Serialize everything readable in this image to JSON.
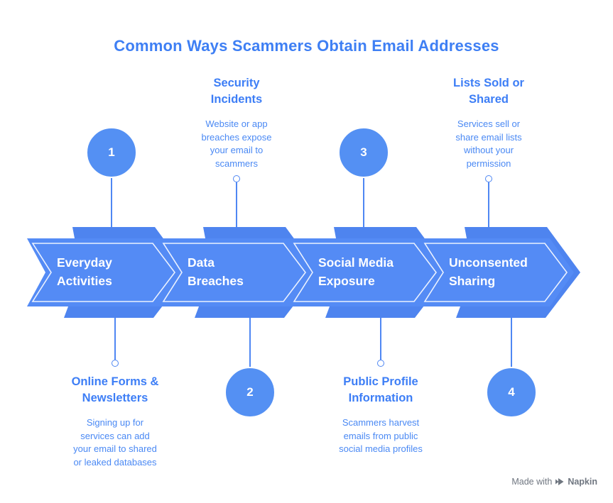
{
  "title": "Common Ways Scammers Obtain Email Addresses",
  "colors": {
    "arrow_fill": "#548bf5",
    "arrow_back_fill": "#4e84ef",
    "heading_text": "#3d7ef6",
    "body_text": "#4a89f4",
    "footer_text": "#6f7680"
  },
  "steps": [
    {
      "number": "1",
      "arrow_label_lines": [
        "Everyday",
        "Activities"
      ],
      "callout_position": "bottom",
      "callout_heading_lines": [
        "Online Forms &",
        "Newsletters"
      ],
      "callout_body_lines": [
        "Signing up for",
        "services can add",
        "your email to shared",
        "or leaked databases"
      ]
    },
    {
      "number": "2",
      "arrow_label_lines": [
        "Data",
        "Breaches"
      ],
      "callout_position": "top",
      "callout_heading_lines": [
        "Security",
        "Incidents"
      ],
      "callout_body_lines": [
        "Website or app",
        "breaches expose",
        "your email to",
        "scammers"
      ]
    },
    {
      "number": "3",
      "arrow_label_lines": [
        "Social Media",
        "Exposure"
      ],
      "callout_position": "bottom",
      "callout_heading_lines": [
        "Public Profile",
        "Information"
      ],
      "callout_body_lines": [
        "Scammers harvest",
        "emails from public",
        "social media profiles"
      ]
    },
    {
      "number": "4",
      "arrow_label_lines": [
        "Unconsented",
        "Sharing"
      ],
      "callout_position": "top",
      "callout_heading_lines": [
        "Lists Sold or",
        "Shared"
      ],
      "callout_body_lines": [
        "Services sell or",
        "share email lists",
        "without your",
        "permission"
      ]
    }
  ],
  "footer": {
    "made_with": "Made with",
    "brand": "Napkin"
  }
}
